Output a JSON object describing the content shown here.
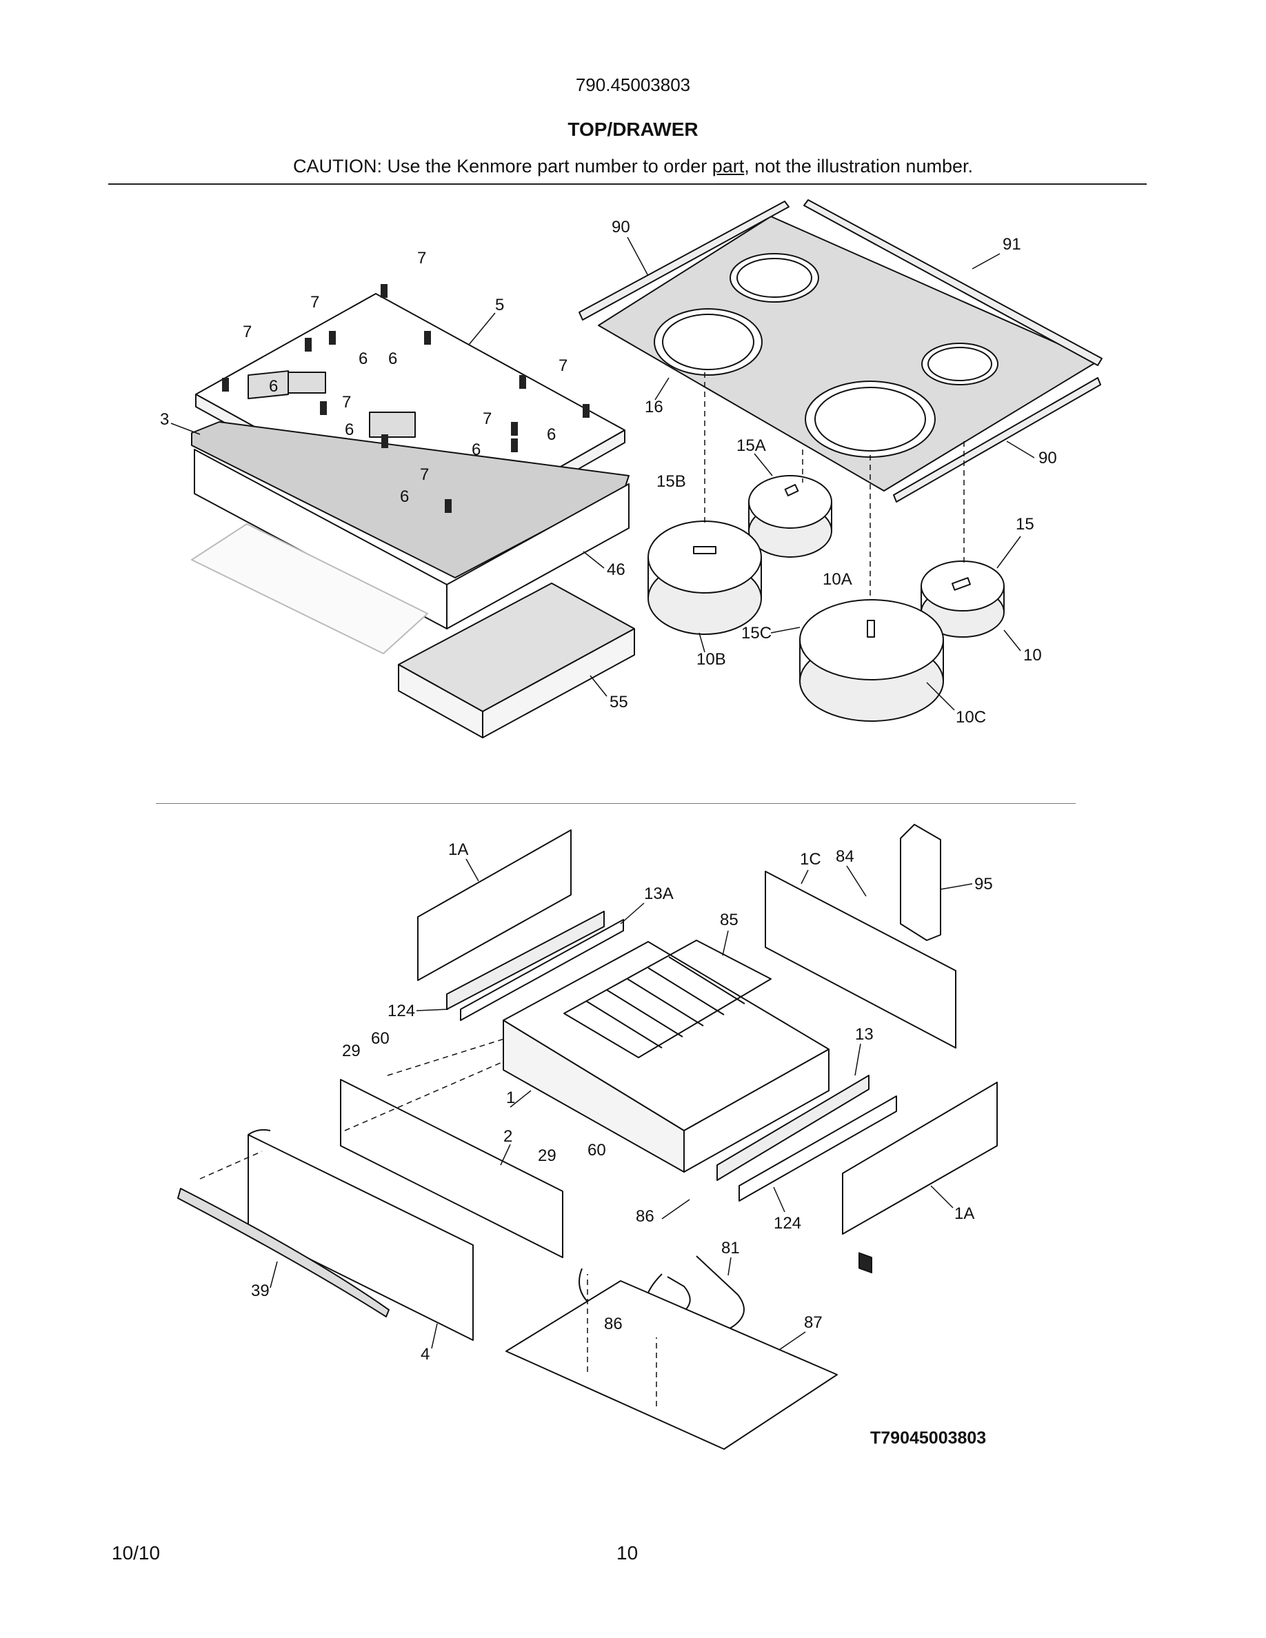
{
  "header": {
    "model_number": "790.45003803",
    "section_title": "TOP/DRAWER",
    "caution_prefix": "CAUTION: Use the Kenmore part number to order ",
    "caution_link": "part",
    "caution_suffix": ", not the illustration number."
  },
  "diagram": {
    "drawing_code": "T79045003803",
    "top_callouts": [
      "90",
      "91",
      "7",
      "7",
      "7",
      "5",
      "6",
      "6",
      "6",
      "7",
      "3",
      "6",
      "7",
      "7",
      "6",
      "6",
      "7",
      "6",
      "16",
      "15A",
      "15B",
      "90",
      "15",
      "46",
      "10A",
      "10",
      "15C",
      "10B",
      "55",
      "10C"
    ],
    "drawer_callouts": [
      "1A",
      "13A",
      "1C",
      "84",
      "95",
      "85",
      "124",
      "29",
      "60",
      "13",
      "1",
      "2",
      "29",
      "60",
      "1A",
      "124",
      "86",
      "81",
      "86",
      "87",
      "39",
      "4"
    ]
  },
  "footer": {
    "date": "10/10",
    "page_number": "10"
  }
}
